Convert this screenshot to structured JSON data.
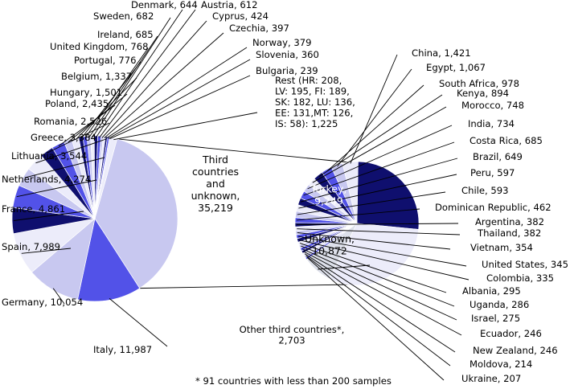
{
  "chart_data": [
    {
      "type": "pie",
      "slices": [
        {
          "label": "Third countries and unknown",
          "value": 35219,
          "color": "#c8c8f0"
        },
        {
          "label": "Italy",
          "value": 11987,
          "color": "#5252e8"
        },
        {
          "label": "Germany",
          "value": 10054,
          "color": "#c8c8f0"
        },
        {
          "label": "Spain",
          "value": 7989,
          "color": "#ececfa"
        },
        {
          "label": "France",
          "value": 4861,
          "color": "#0f0f6e"
        },
        {
          "label": "Netherlands",
          "value": 4274,
          "color": "#5252e8"
        },
        {
          "label": "Lithuania",
          "value": 3544,
          "color": "#c8c8f0"
        },
        {
          "label": "Greece",
          "value": 3384,
          "color": "#ececfa"
        },
        {
          "label": "Romania",
          "value": 2526,
          "color": "#0f0f6e"
        },
        {
          "label": "Poland",
          "value": 2435,
          "color": "#5252e8"
        },
        {
          "label": "Hungary",
          "value": 1501,
          "color": "#c8c8f0"
        },
        {
          "label": "Belgium",
          "value": 1337,
          "color": "#ececfa"
        },
        {
          "label": "Portugal",
          "value": 776,
          "color": "#0f0f6e"
        },
        {
          "label": "United Kingdom",
          "value": 768,
          "color": "#5252e8"
        },
        {
          "label": "Ireland",
          "value": 685,
          "color": "#c8c8f0"
        },
        {
          "label": "Sweden",
          "value": 682,
          "color": "#ececfa"
        },
        {
          "label": "Denmark",
          "value": 644,
          "color": "#0f0f6e"
        },
        {
          "label": "Austria",
          "value": 612,
          "color": "#5252e8"
        },
        {
          "label": "Cyprus",
          "value": 424,
          "color": "#c8c8f0"
        },
        {
          "label": "Czechia",
          "value": 397,
          "color": "#ececfa"
        },
        {
          "label": "Norway",
          "value": 379,
          "color": "#0f0f6e"
        },
        {
          "label": "Slovenia",
          "value": 360,
          "color": "#5252e8"
        },
        {
          "label": "Bulgaria",
          "value": 239,
          "color": "#c8c8f0"
        },
        {
          "label": "Rest (HR: 208, LV: 195, FI: 189, SK: 182, LU: 136, EE: 131,MT: 126, IS: 58)",
          "value": 1225,
          "color": "#ececfa"
        }
      ]
    },
    {
      "type": "pie",
      "slices": [
        {
          "label": "Turkey",
          "value": 9249,
          "color": "#0f0f6e"
        },
        {
          "label": "Unknown",
          "value": 10872,
          "color": "#ececfa"
        },
        {
          "label": "Other third countries*",
          "value": 2703,
          "color": "#dde0ea"
        },
        {
          "label": "Ukraine",
          "value": 207,
          "color": "#5252e8"
        },
        {
          "label": "Moldova",
          "value": 214,
          "color": "#c8c8f0"
        },
        {
          "label": "New Zealand",
          "value": 246,
          "color": "#ececfa"
        },
        {
          "label": "Ecuador",
          "value": 246,
          "color": "#0f0f6e"
        },
        {
          "label": "Israel",
          "value": 275,
          "color": "#5252e8"
        },
        {
          "label": "Uganda",
          "value": 286,
          "color": "#c8c8f0"
        },
        {
          "label": "Albania",
          "value": 295,
          "color": "#ececfa"
        },
        {
          "label": "Colombia",
          "value": 335,
          "color": "#0f0f6e"
        },
        {
          "label": "United States",
          "value": 345,
          "color": "#5252e8"
        },
        {
          "label": "Vietnam",
          "value": 354,
          "color": "#c8c8f0"
        },
        {
          "label": "Thailand",
          "value": 382,
          "color": "#ececfa"
        },
        {
          "label": "Argentina",
          "value": 382,
          "color": "#0f0f6e"
        },
        {
          "label": "Dominican Republic",
          "value": 462,
          "color": "#5252e8"
        },
        {
          "label": "Chile",
          "value": 593,
          "color": "#c8c8f0"
        },
        {
          "label": "Peru",
          "value": 597,
          "color": "#ececfa"
        },
        {
          "label": "Brazil",
          "value": 649,
          "color": "#0f0f6e"
        },
        {
          "label": "Costa Rica",
          "value": 685,
          "color": "#5252e8"
        },
        {
          "label": "India",
          "value": 734,
          "color": "#c8c8f0"
        },
        {
          "label": "Morocco",
          "value": 748,
          "color": "#ececfa"
        },
        {
          "label": "Kenya",
          "value": 894,
          "color": "#0f0f6e"
        },
        {
          "label": "South Africa",
          "value": 978,
          "color": "#5252e8"
        },
        {
          "label": "Egypt",
          "value": 1067,
          "color": "#c8c8f0"
        },
        {
          "label": "China",
          "value": 1421,
          "color": "#ececfa"
        }
      ]
    }
  ],
  "footnote": "* 91 countries with less than 200 samples"
}
